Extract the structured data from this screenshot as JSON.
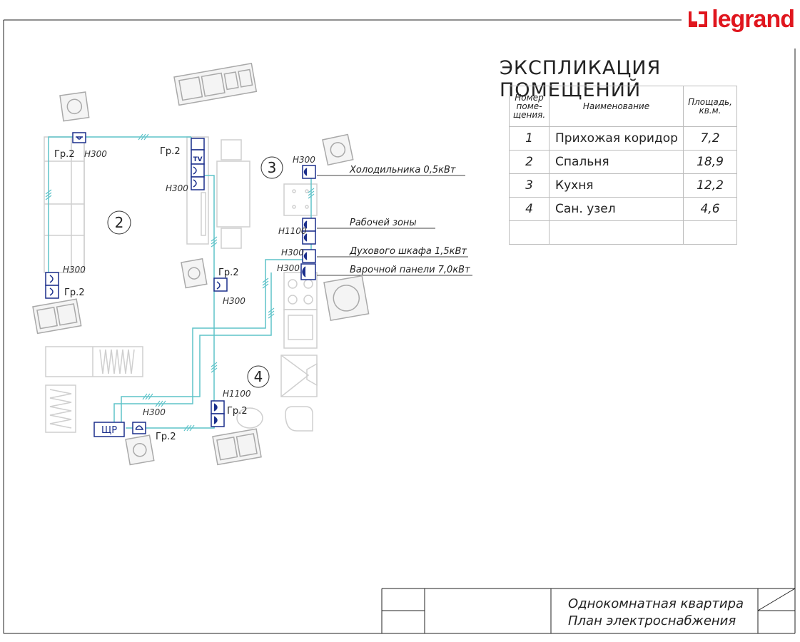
{
  "brand": {
    "name": "legrand",
    "color": "#e0161e"
  },
  "explication": {
    "title": "ЭКСПЛИКАЦИЯ ПОМЕЩЕНИЙ",
    "headers": {
      "number": "Номер поме-щения.",
      "name": "Наименование",
      "area": "Площадь, кв.м."
    },
    "rows": [
      {
        "num": "1",
        "name": "Прихожая коридор",
        "area": "7,2"
      },
      {
        "num": "2",
        "name": "Спальня",
        "area": "18,9"
      },
      {
        "num": "3",
        "name": "Кухня",
        "area": "12,2"
      },
      {
        "num": "4",
        "name": "Сан. узел",
        "area": "4,6"
      },
      {
        "num": "",
        "name": "",
        "area": ""
      }
    ]
  },
  "stamp": {
    "line1": "Однокомнатная квартира",
    "line2": "План электроснабжения"
  },
  "plan": {
    "rooms": {
      "r2": "2",
      "r3": "3",
      "r4": "4"
    },
    "panel": "ЩР",
    "tv": "TV",
    "group": "Гр.2",
    "heights": {
      "h300": "H300",
      "h1100": "H1100"
    },
    "loads": {
      "fridge": "Холодильника 0,5кВт",
      "work": "Рабочей зоны",
      "oven": "Духового шкафа 1,5кВт",
      "hob": "Варочной панели 7,0кВт"
    }
  },
  "colors": {
    "wire": "#5fc3c9",
    "socket": "#1b2f8c",
    "frame": "#222222",
    "furniture": "#d0d0d0"
  }
}
